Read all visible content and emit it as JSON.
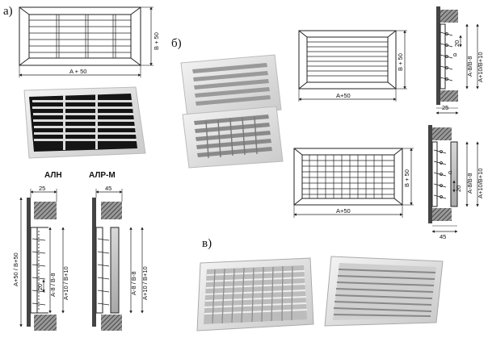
{
  "sections": {
    "a": "а)",
    "b": "б)",
    "v": "в)"
  },
  "products": {
    "alh": "АЛН",
    "alrm": "АЛР-М"
  },
  "dims": {
    "a_plus_50": "A + 50",
    "b_plus_50": "B + 50",
    "a_plus50": "A+50",
    "b_plus50": "B+50",
    "d25": "25",
    "d45": "45",
    "d20": "20",
    "ab50": "A+50 / B+50",
    "a8b8_sp": "A-8 / B-8",
    "a10b10_sp": "A+10 / B+10",
    "a8b8": "A-8/B-8",
    "a10b10": "A+10/B+10",
    "alpha": "α"
  },
  "colors": {
    "line": "#222222",
    "photo_light": "#e6e6e6",
    "photo_dark": "#1a1a1a",
    "wall": "#555555"
  }
}
